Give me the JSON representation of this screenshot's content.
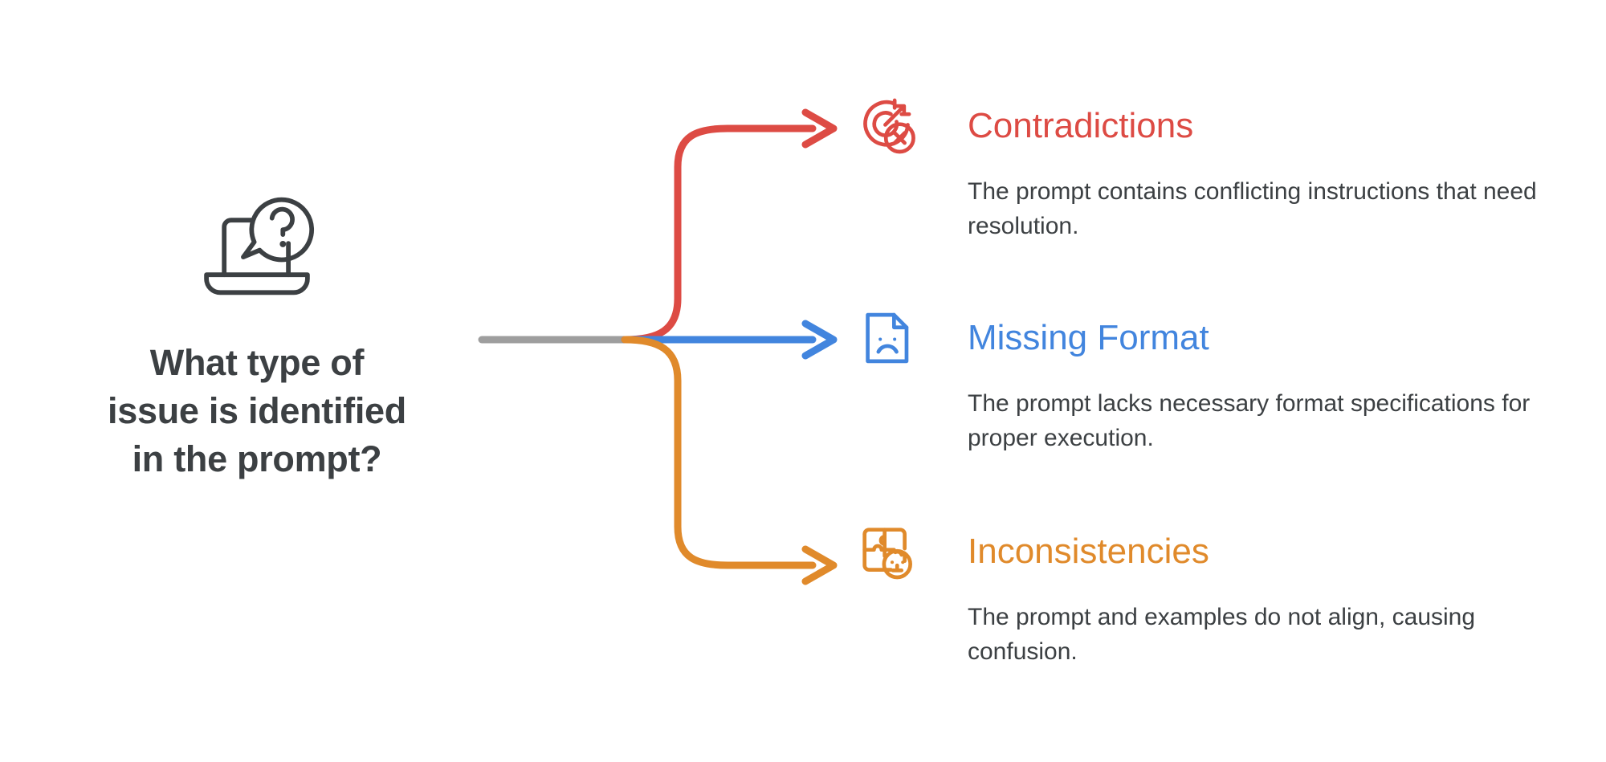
{
  "diagram": {
    "type": "branching-mindmap",
    "background": "#ffffff",
    "root": {
      "icon": "laptop-question-icon",
      "title_lines": [
        "What type of",
        "issue is identified",
        "in the prompt?"
      ],
      "title_color": "#3c4043",
      "trunk_color": "#9e9e9e"
    },
    "branches": [
      {
        "id": "contradictions",
        "icon": "target-arrow-error-icon",
        "label": "Contradictions",
        "description": "The prompt contains conflicting instructions that need resolution.",
        "color": "#dd4b44",
        "direction": "up"
      },
      {
        "id": "missing-format",
        "icon": "document-sad-face-icon",
        "label": "Missing Format",
        "description": "The prompt lacks necessary format specifications for proper execution.",
        "color": "#4285de",
        "direction": "straight"
      },
      {
        "id": "inconsistencies",
        "icon": "puzzle-child-face-icon",
        "label": "Inconsistencies",
        "description": "The prompt and examples do not align, causing confusion.",
        "color": "#e08a2b",
        "direction": "down"
      }
    ]
  }
}
